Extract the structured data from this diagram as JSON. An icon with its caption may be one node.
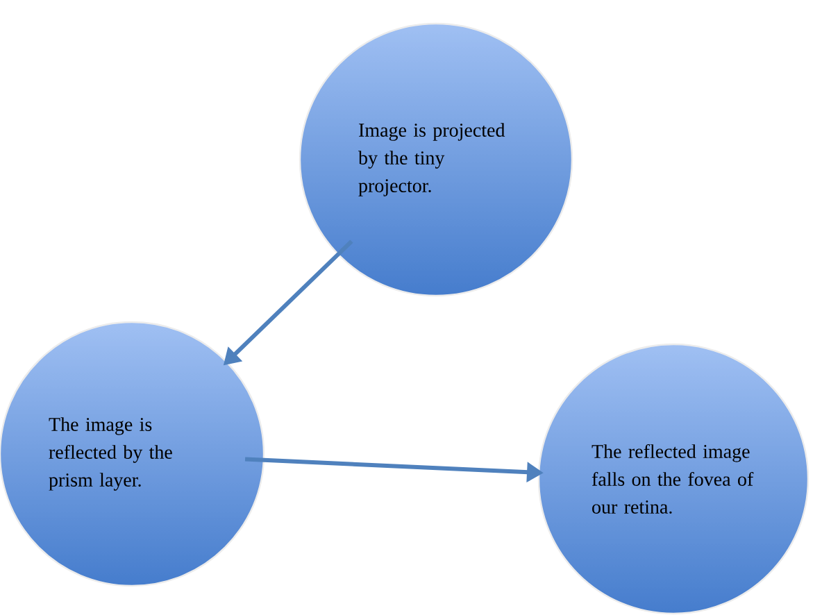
{
  "diagram": {
    "nodes": [
      {
        "text": [
          "Image is projected by the tiny projector."
        ]
      },
      {
        "text": [
          "The image is reflected by the prism layer."
        ]
      },
      {
        "text": [
          "The reflected image falls on the fovea of our retina."
        ]
      }
    ],
    "edges": [
      {
        "from": 0,
        "to": 1,
        "arrow": "to"
      },
      {
        "from": 1,
        "to": 2,
        "arrow": "to"
      }
    ]
  }
}
